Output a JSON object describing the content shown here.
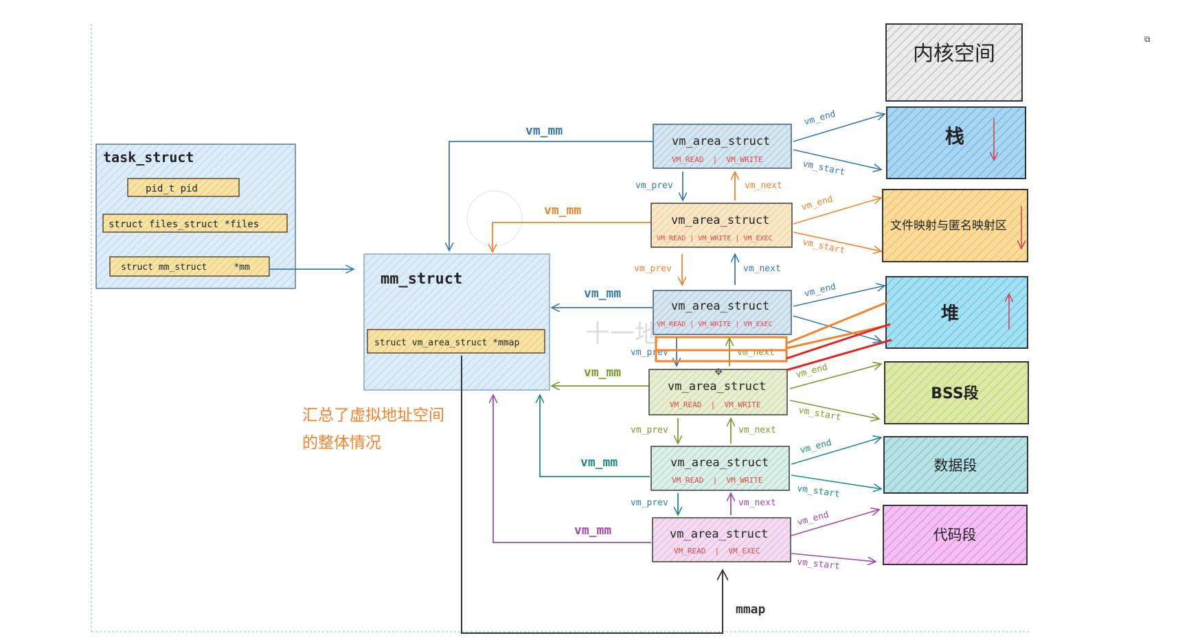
{
  "task_struct": {
    "title": "task_struct",
    "fields": [
      "pid_t   pid",
      "struct files_struct *files",
      "struct mm_struct     *mm"
    ]
  },
  "mm_struct": {
    "title": "mm_struct",
    "field": "struct vm_area_struct *mmap"
  },
  "vmas": [
    {
      "title": "vm_area_struct",
      "flags": "VM_READ  |  VM_WRITE",
      "color": "#3a78a8"
    },
    {
      "title": "vm_area_struct",
      "flags": "VM_READ | VM_WRITE | VM_EXEC",
      "color": "#f5822a"
    },
    {
      "title": "vm_area_struct",
      "flags": "VM_READ | VM_WRITE | VM_EXEC",
      "color": "#3a78a8"
    },
    {
      "title": "vm_area_struct",
      "flags": "VM_READ  |  VM_WRITE",
      "color": "#7a9a2a"
    },
    {
      "title": "vm_area_struct",
      "flags": "VM_READ  |  VM_WRITE",
      "color": "#1f8a86"
    },
    {
      "title": "vm_area_struct",
      "flags": "VM_READ  |  VM_EXEC",
      "color": "#a04aa8"
    }
  ],
  "link_labels": {
    "vm_mm": "vm_mm",
    "vm_prev": "vm_prev",
    "vm_next": "vm_next",
    "vm_end": "vm_end",
    "vm_start": "vm_start",
    "mmap": "mmap"
  },
  "regions": [
    {
      "label": "内核空间",
      "color": "#d8d8d8"
    },
    {
      "label": "栈",
      "color": "#8cc8ec"
    },
    {
      "label": "文件映射与匿名映射区",
      "color": "#f6d48a"
    },
    {
      "label": "堆",
      "color": "#8cd6ee"
    },
    {
      "label": "BSS段",
      "color": "#cde08a"
    },
    {
      "label": "数据段",
      "color": "#9ed6dc"
    },
    {
      "label": "代码段",
      "color": "#eea6ee"
    }
  ],
  "annotation": {
    "line1": "汇总了虚拟地址空间",
    "line2": "的整体情况",
    "color": "#f5822a"
  },
  "watermark": "十一地",
  "corner_icon": "restore-window-icon"
}
